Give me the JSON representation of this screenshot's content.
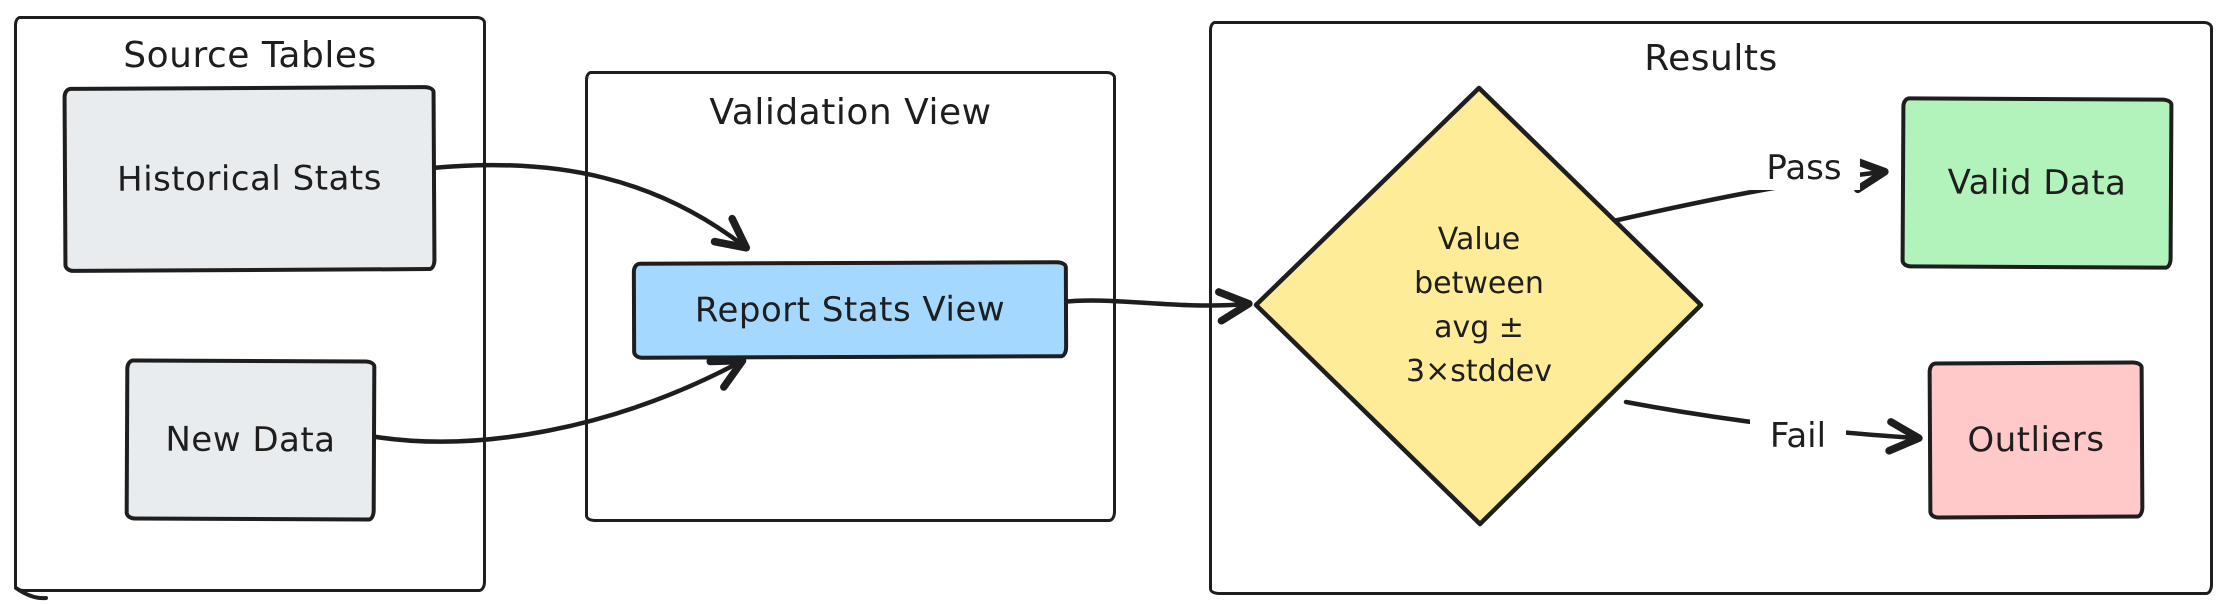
{
  "groups": {
    "source": {
      "title": "Source Tables"
    },
    "validation": {
      "title": "Validation View"
    },
    "results": {
      "title": "Results"
    }
  },
  "nodes": {
    "historical": {
      "label": "Historical Stats"
    },
    "new_data": {
      "label": "New Data"
    },
    "report_view": {
      "label": "Report Stats View"
    },
    "decision": {
      "label": "Value between avg ± 3×stddev",
      "lines": [
        "Value",
        "between",
        "avg ±",
        "3×stddev"
      ]
    },
    "valid": {
      "label": "Valid Data"
    },
    "outliers": {
      "label": "Outliers"
    }
  },
  "edges": {
    "historical_to_report": {
      "from": "Historical Stats",
      "to": "Report Stats View"
    },
    "newdata_to_report": {
      "from": "New Data",
      "to": "Report Stats View"
    },
    "report_to_decision": {
      "from": "Report Stats View",
      "to": "Value between avg ± 3×stddev"
    },
    "pass": {
      "label": "Pass",
      "to": "Valid Data"
    },
    "fail": {
      "label": "Fail",
      "to": "Outliers"
    }
  },
  "colors": {
    "stroke": "#1e1e1e",
    "gray_fill": "#e9ecef",
    "blue_fill": "#a5d8ff",
    "yellow_fill": "#ffec99",
    "green_fill": "#b2f2bb",
    "red_fill": "#ffc9c9",
    "background": "#ffffff"
  }
}
